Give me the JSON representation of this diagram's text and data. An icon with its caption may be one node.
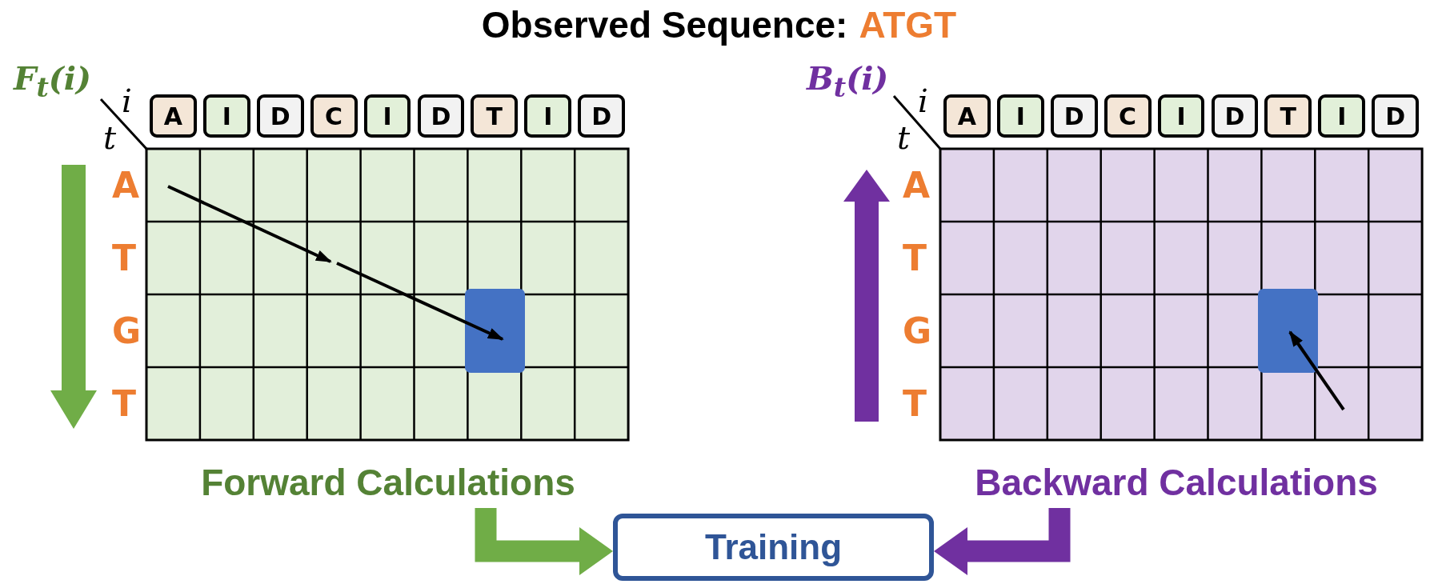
{
  "diagram": {
    "title": "Observed Sequence:",
    "nodes": [
      {
        "text": [
          "Forward Calculations"
        ]
      },
      {
        "text": [
          "Backward Calculations"
        ]
      },
      {
        "text": [
          "Training"
        ]
      }
    ],
    "edges": [
      {
        "from": 0,
        "to": 2,
        "arrow": "to",
        "color": "#70ad47"
      },
      {
        "from": 1,
        "to": 2,
        "arrow": "to",
        "color": "#7030a0"
      }
    ],
    "labels": [
      "ATGT",
      "F$_{t}$(i)",
      "i",
      "t",
      "A",
      "I",
      "D",
      "C",
      "I",
      "D",
      "T",
      "I",
      "D",
      "A",
      "T",
      "G",
      "T",
      "B$_{t}$(i)",
      "i",
      "t",
      "A",
      "I",
      "D",
      "C",
      "I",
      "D",
      "T",
      "I",
      "D",
      "A",
      "T",
      "G",
      "T"
    ]
  }
}
